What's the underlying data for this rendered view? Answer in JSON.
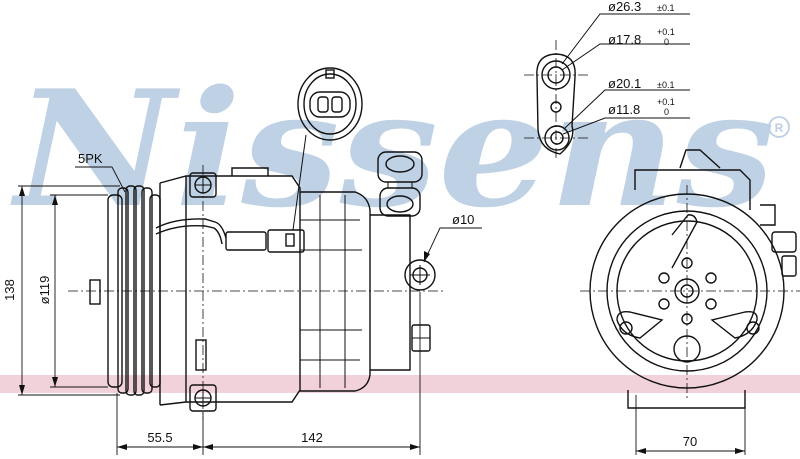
{
  "brand": {
    "watermark": "Nissens",
    "registered": "®"
  },
  "colors": {
    "watermark": "#bccfe3",
    "band": "#f2d2da",
    "line": "#111111"
  },
  "callouts": {
    "belt": "5PK",
    "mount_hole": "ø10",
    "port_large": "ø26.3",
    "port_large_tol": "±0.1",
    "port_large_inner": "ø17.8",
    "port_large_inner_tol_up": "+0.1",
    "port_large_inner_tol_low": "0",
    "port_small": "ø20.1",
    "port_small_tol": "±0.1",
    "port_small_inner": "ø11.8",
    "port_small_inner_tol_up": "+0.1",
    "port_small_inner_tol_low": "0"
  },
  "dimensions": {
    "height": "138",
    "pulley_diameter": "ø119",
    "pulley_offset": "55.5",
    "body_length": "142",
    "depth": "70"
  }
}
